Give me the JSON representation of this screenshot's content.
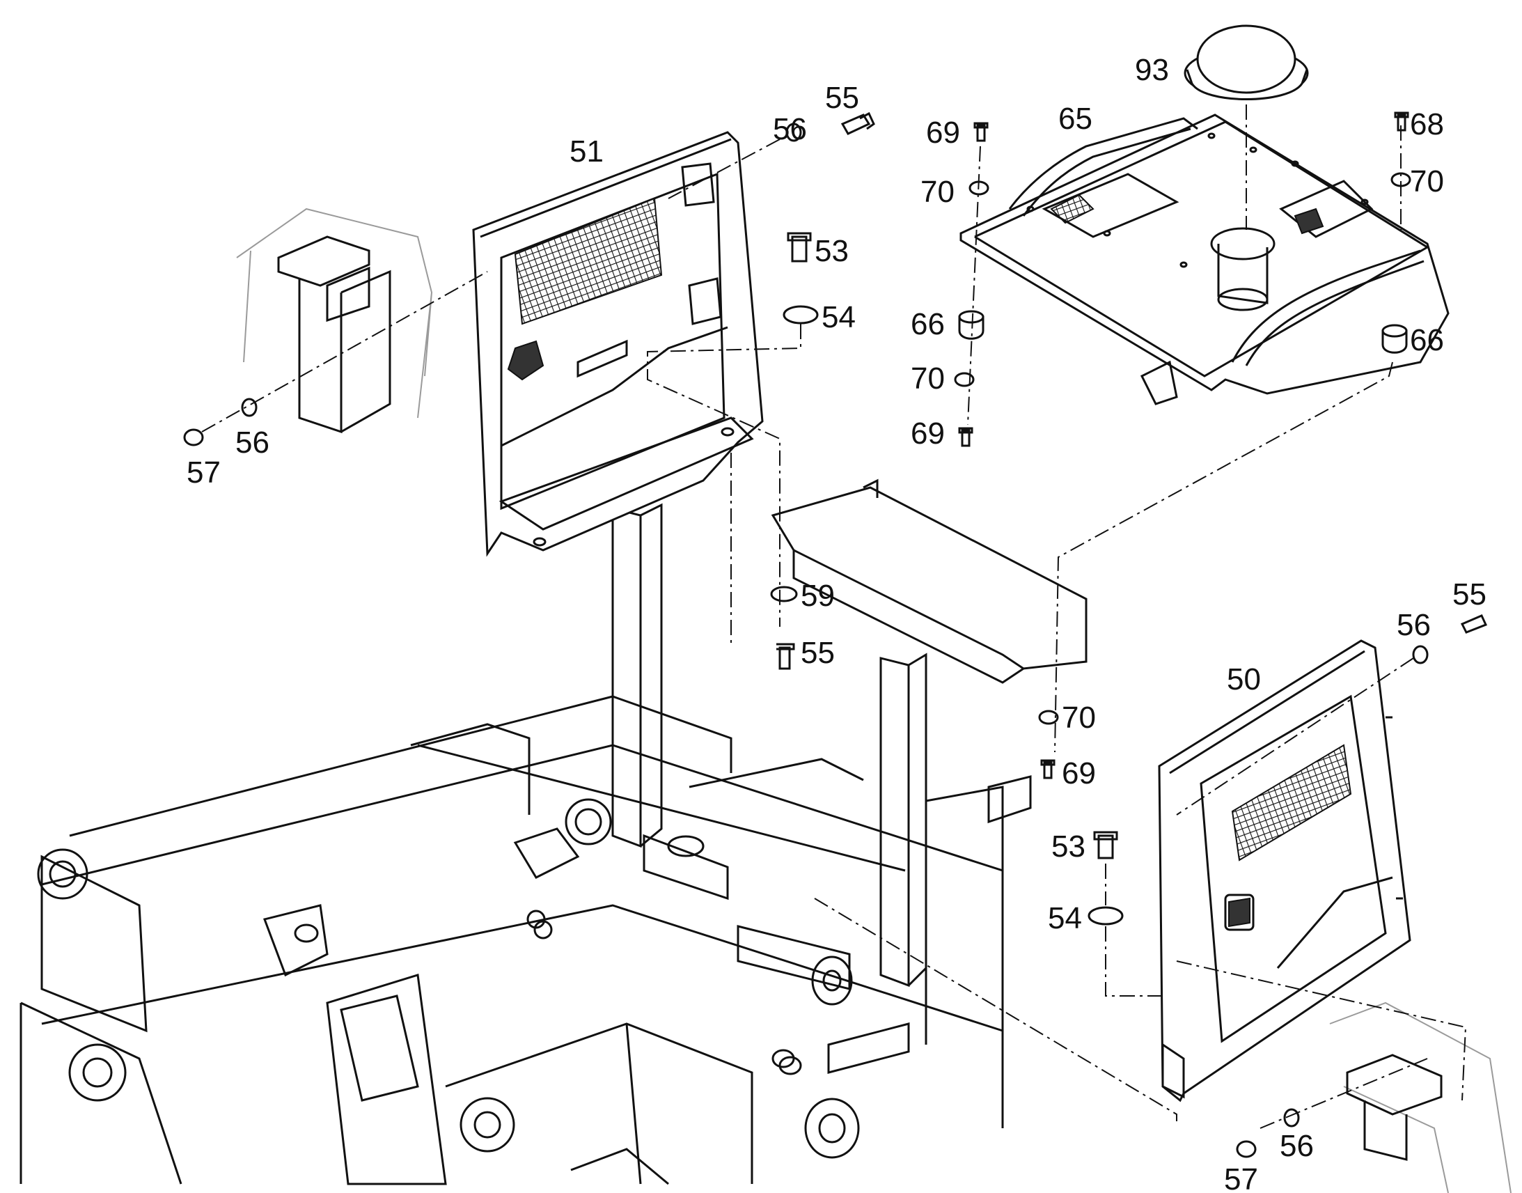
{
  "diagram": {
    "callouts": {
      "p50": "50",
      "p51": "51",
      "p53a": "53",
      "p53b": "53",
      "p54a": "54",
      "p54b": "54",
      "p55a": "55",
      "p55b": "55",
      "p55c": "55",
      "p56a": "56",
      "p56b": "56",
      "p56c": "56",
      "p56d": "56",
      "p57a": "57",
      "p57b": "57",
      "p59": "59",
      "p65": "65",
      "p66a": "66",
      "p66b": "66",
      "p68": "68",
      "p69a": "69",
      "p69b": "69",
      "p69c": "69",
      "p70a": "70",
      "p70b": "70",
      "p70c": "70",
      "p70d": "70",
      "p93": "93"
    }
  }
}
